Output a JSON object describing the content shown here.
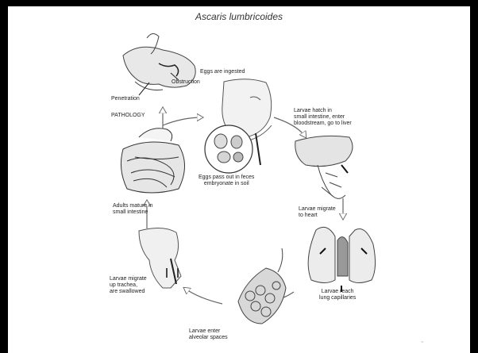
{
  "title": "Ascaris lumbricoides",
  "labels": {
    "eggs_ingested": "Eggs are ingested",
    "larvae_hatch_1": "Larvae hatch in",
    "larvae_hatch_2": "small intestine, enter",
    "larvae_hatch_3": "bloodstream, go to liver",
    "larvae_heart_1": "Larvae migrate",
    "larvae_heart_2": "to heart",
    "lung_1": "Larvae reach",
    "lung_2": "lung capillaries",
    "alveolar_1": "Larvae enter",
    "alveolar_2": "alveolar spaces",
    "trachea_1": "Larvae migrate",
    "trachea_2": "up trachea,",
    "trachea_3": "are swallowed",
    "adults_1": "Adults mature in",
    "adults_2": "small intestine",
    "eggs_feces_1": "Eggs pass out in feces",
    "eggs_feces_2": "embryonate in soil",
    "pathology": "PATHOLOGY",
    "penetration": "Penetration",
    "obstruction": "Obstruction"
  }
}
